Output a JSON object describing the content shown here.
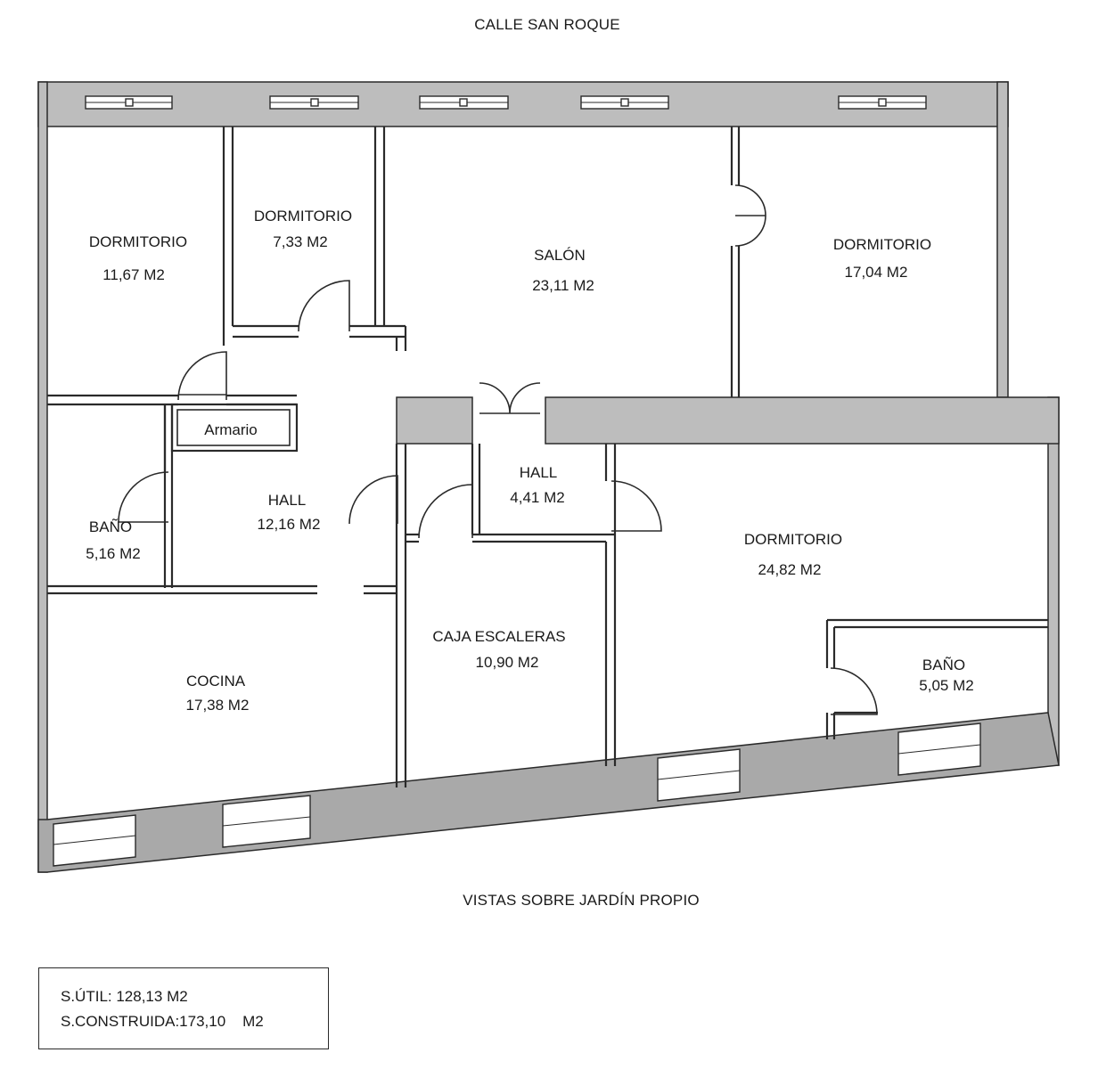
{
  "street_top": "CALLE SAN ROQUE",
  "street_bottom": "VISTAS SOBRE JARDÍN PROPIO",
  "rooms": [
    {
      "name": "DORMITORIO",
      "area": "11,67 M2"
    },
    {
      "name": "DORMITORIO",
      "area": "7,33 M2"
    },
    {
      "name": "SALÓN",
      "area": "23,11 M2"
    },
    {
      "name": "DORMITORIO",
      "area": "17,04 M2"
    },
    {
      "name": "Armario"
    },
    {
      "name": "BAÑO",
      "area": "5,16 M2"
    },
    {
      "name": "HALL",
      "area": "12,16 M2"
    },
    {
      "name": "HALL",
      "area": "4,41 M2"
    },
    {
      "name": "DORMITORIO",
      "area": "24,82 M2"
    },
    {
      "name": "CAJA ESCALERAS",
      "area": "10,90 M2"
    },
    {
      "name": "COCINA",
      "area": "17,38 M2"
    },
    {
      "name": "BAÑO",
      "area": "5,05 M2"
    }
  ],
  "summary": {
    "util": "S.ÚTIL: 128,13 M2",
    "construida": "S.CONSTRUIDA:173,10    M2"
  }
}
